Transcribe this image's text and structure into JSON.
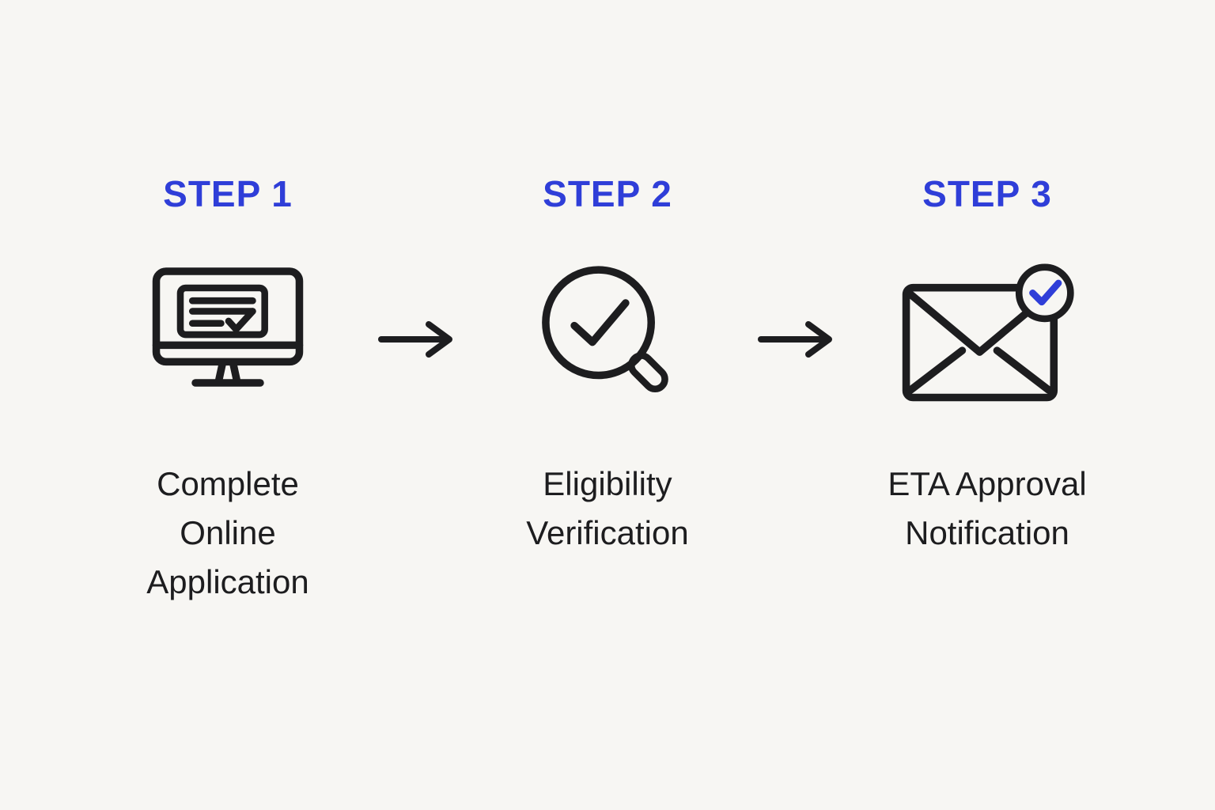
{
  "colors": {
    "background": "#f7f6f3",
    "ink": "#1d1d1f",
    "accent": "#2f3ed8"
  },
  "steps": [
    {
      "title": "STEP 1",
      "label": "Complete Online Application",
      "icon": "monitor-form-icon"
    },
    {
      "title": "STEP 2",
      "label": "Eligibility Verification",
      "icon": "magnifier-check-icon"
    },
    {
      "title": "STEP 3",
      "label": "ETA Approval Notification",
      "icon": "envelope-check-icon"
    }
  ],
  "arrows": [
    {
      "icon": "arrow-right-icon"
    },
    {
      "icon": "arrow-right-icon"
    }
  ]
}
